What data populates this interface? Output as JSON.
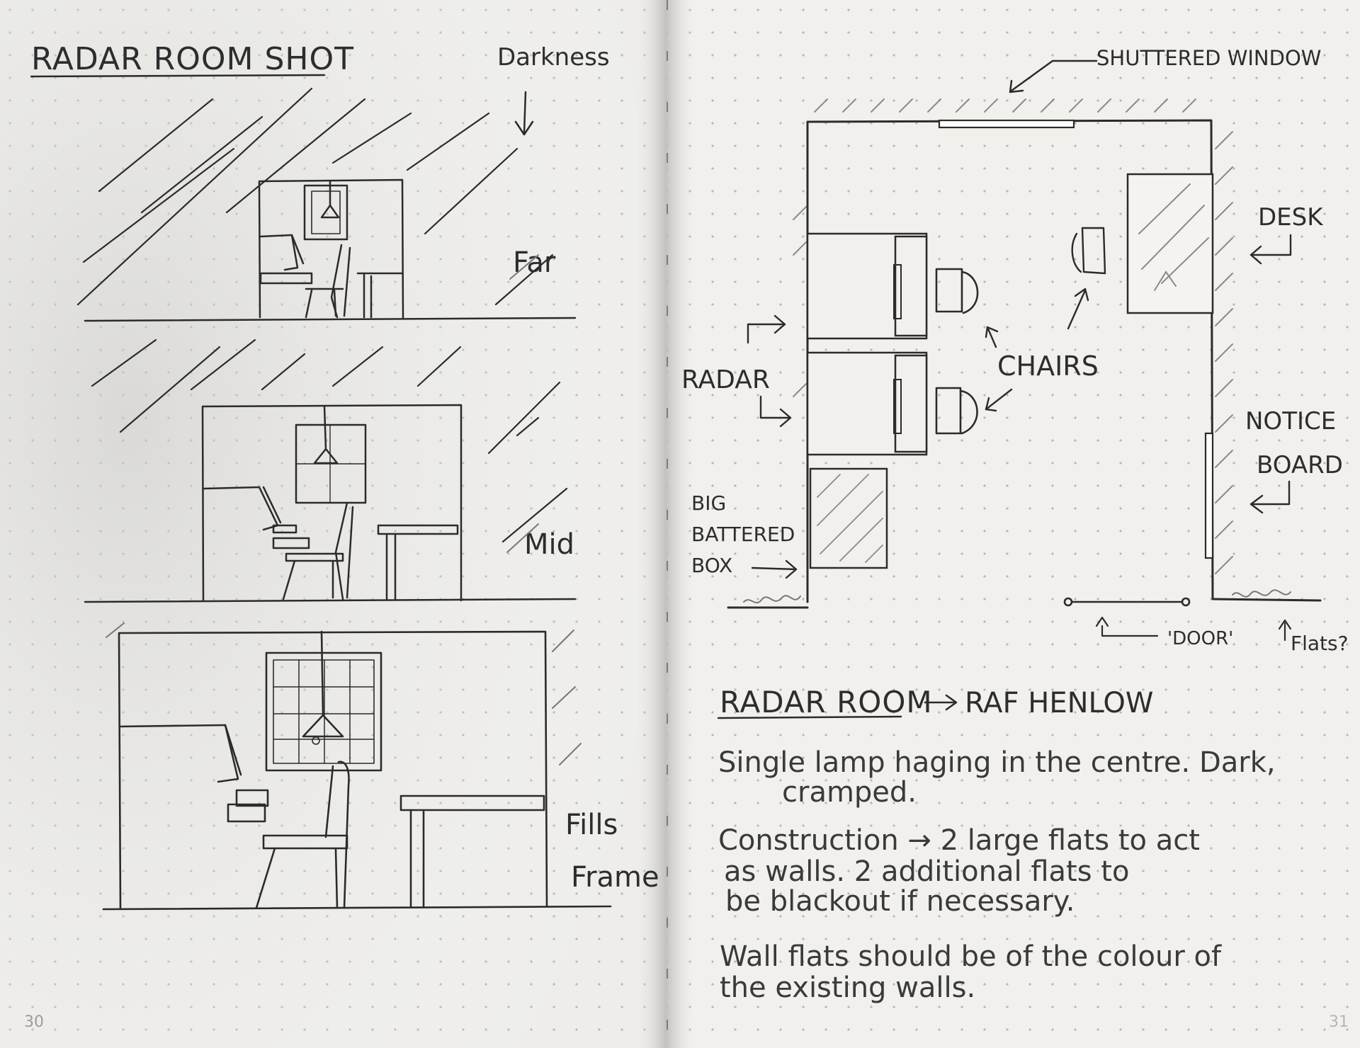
{
  "notebook": {
    "left_page": {
      "title": "RADAR ROOM SHOT",
      "labels": {
        "darkness": "Darkness",
        "far": "Far",
        "mid": "Mid",
        "fills": "Fills",
        "frame": "Frame"
      },
      "page_number": "30"
    },
    "right_page": {
      "plan_labels": {
        "shuttered_window": "SHUTTERED WINDOW",
        "desk": "DESK",
        "radar": "RADAR",
        "chairs": "CHAIRS",
        "notice": "NOTICE",
        "board": "BOARD",
        "big": "BIG",
        "battered": "BATTERED",
        "box": "BOX",
        "door": "'DOOR'",
        "flats": "Flats?"
      },
      "heading": "RADAR ROOM",
      "heading_target": "RAF HENLOW",
      "notes": [
        "Single lamp haging in the centre. Dark,",
        "cramped.",
        "Construction → 2 large flats to act",
        "as walls. 2 additional flats to",
        "be blackout if necessary.",
        "Wall flats should be of the colour of",
        "the existing walls."
      ],
      "page_number": "31"
    },
    "colors": {
      "paper": "#f1f0ec",
      "ink": "#2b2b2d",
      "pencil": "#8a8a8c",
      "dots": "#b4b3af"
    }
  }
}
